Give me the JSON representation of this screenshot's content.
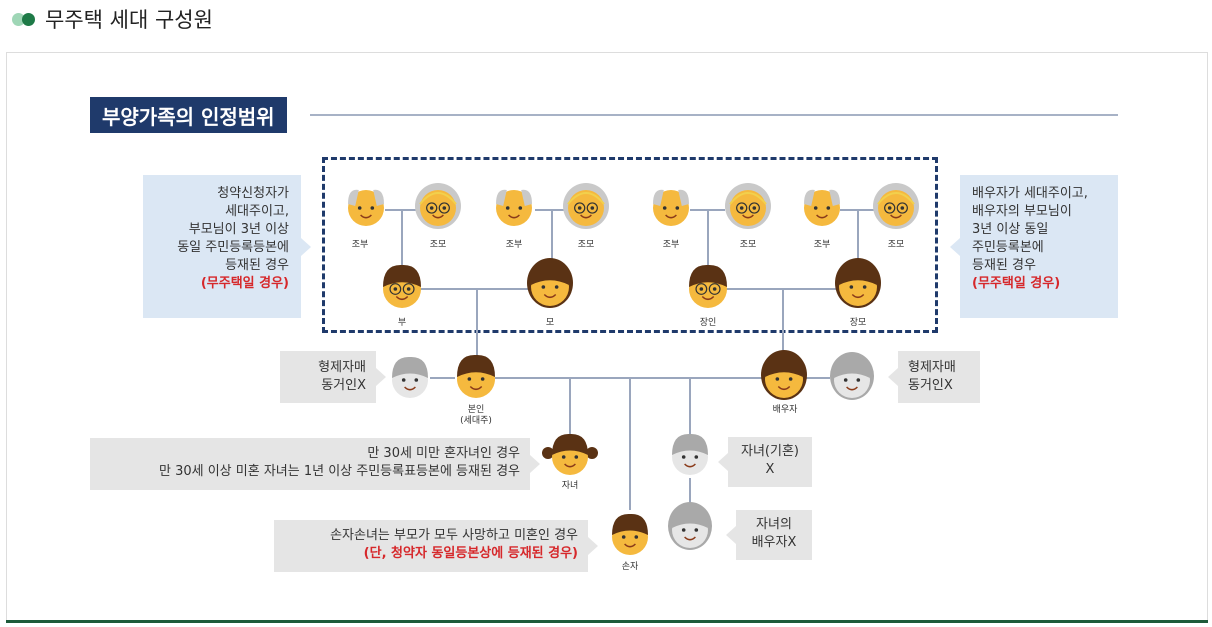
{
  "section_title": "무주택 세대 구성원",
  "heading": "부양가족의 인정범위",
  "notes": {
    "left_top": {
      "lines": [
        "청약신청자가",
        "세대주이고,",
        "부모님이 3년 이상",
        "동일 주민등록등본에",
        "등재된 경우"
      ],
      "highlight": "(무주택일 경우)"
    },
    "right_top": {
      "lines": [
        "배우자가 세대주이고,",
        "배우자의 부모님이",
        "3년 이상 동일",
        "주민등록본에",
        "등재된 경우"
      ],
      "highlight": "(무주택일 경우)"
    },
    "sibling_left": [
      "형제자매",
      "동거인X"
    ],
    "sibling_right": [
      "형제자매",
      "동거인X"
    ],
    "child": [
      "만 30세 미만 혼자녀인 경우",
      "만 30세 이상 미혼 자녀는 1년 이상 주민등록표등본에 등재된 경우"
    ],
    "grandchild": {
      "line": "손자손녀는 부모가 모두 사망하고 미혼인 경우",
      "highlight": "(단, 청약자 동일등본상에 등재된 경우)"
    },
    "married_child": [
      "자녀(기혼)",
      "X"
    ],
    "child_spouse": [
      "자녀의",
      "배우자X"
    ]
  },
  "labels": {
    "gp1": "조부",
    "gm1": "조모",
    "gp2": "조부",
    "gm2": "조모",
    "gp3": "조부",
    "gm3": "조모",
    "gp4": "조부",
    "gm4": "조모",
    "father": "부",
    "mother": "모",
    "father_in_law": "장인",
    "mother_in_law": "장모",
    "self": "본인",
    "self_sub": "(세대주)",
    "spouse": "배우자",
    "child": "자녀",
    "grandchild": "손자"
  },
  "colors": {
    "navy": "#1f3a6b",
    "accent_green": "#1e7a47",
    "highlight_red": "#d6282b",
    "skin": "#f5b93e",
    "hair_brown": "#5a3214",
    "hair_gray": "#c9c9c9",
    "excluded_gray": "#a9a9a9"
  }
}
